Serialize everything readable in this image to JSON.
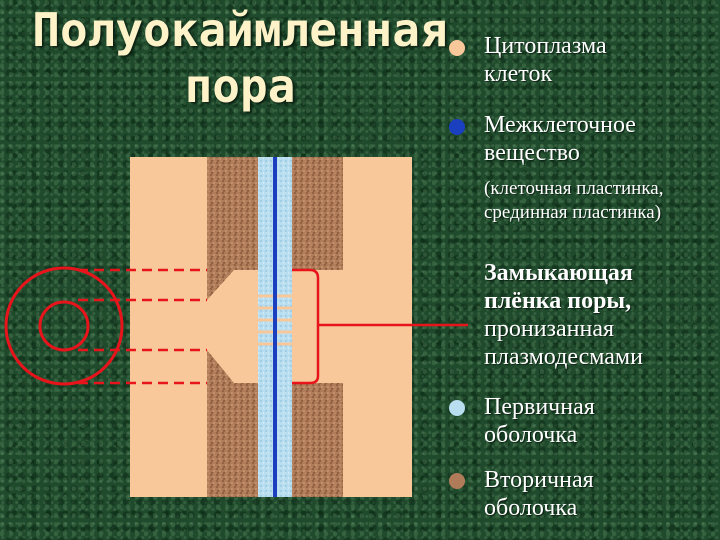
{
  "title": {
    "line1": "Полуокаймленная",
    "line2": "пора"
  },
  "legend": {
    "cytoplasm": {
      "line1": "Цитоплазма",
      "line2": "клеток",
      "color": "#f9c89a"
    },
    "intercellular": {
      "line1": "Межклеточное",
      "line2": "вещество",
      "color": "#1a3fbf"
    },
    "intercellular_note": {
      "line1": "(клеточная пластинка,",
      "line2": "срединная пластинка)"
    },
    "pore_membrane": {
      "line1": "Замыкающая",
      "line2": "плёнка поры,",
      "line3": "пронизанная",
      "line4": "плазмодесмами"
    },
    "primary_wall": {
      "line1": "Первичная",
      "line2": "оболочка",
      "color": "#b9def0"
    },
    "secondary_wall": {
      "line1": "Вторичная",
      "line2": "оболочка",
      "color": "#b07b58"
    }
  },
  "colors": {
    "cytoplasm": "#f9c89a",
    "secondary_wall": "#b07b58",
    "primary_wall": "#b9def0",
    "middle_lamella": "#1a3fbf",
    "pointer": "#e8141b"
  }
}
